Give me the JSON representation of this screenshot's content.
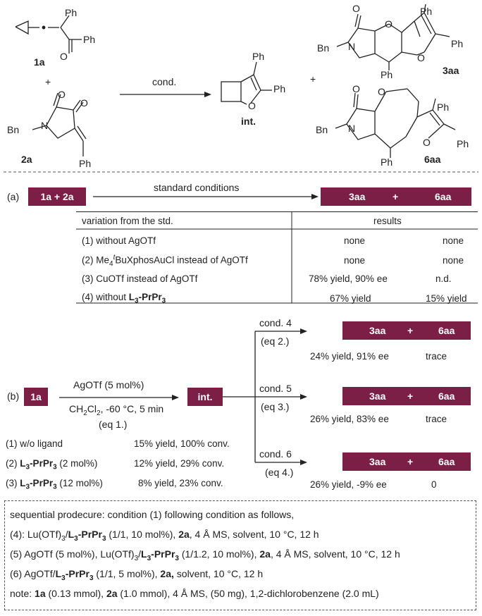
{
  "top": {
    "label_1a": "1a",
    "label_2a": "2a",
    "plus": "+",
    "plus2": "+",
    "cond": "cond.",
    "label_int": "int.",
    "label_3aa": "3aa",
    "label_6aa": "6aa",
    "ph": "Ph",
    "bn": "Bn",
    "o": "O",
    "n": "N"
  },
  "part_a": {
    "tag": "(a)",
    "start_box": "1a + 2a",
    "arrow_label": "standard conditions",
    "product_3aa": "3aa",
    "plus": "+",
    "product_6aa": "6aa",
    "header_variation": "variation from the std.",
    "header_results": "results",
    "rows": [
      {
        "variation_pre": "(1) without AgOTf",
        "variation_bold": "",
        "variation_post": "",
        "r3aa": "none",
        "r6aa": "none"
      },
      {
        "variation_pre": "(2) Me",
        "variation_bold": "",
        "variation_post": "BuXphosAuCl instead of AgOTf",
        "r3aa": "none",
        "r6aa": "none"
      },
      {
        "variation_pre": "(3) CuOTf instead of AgOTf",
        "variation_bold": "",
        "variation_post": "",
        "r3aa": "78% yield, 90% ee",
        "r6aa": "n.d."
      },
      {
        "variation_pre": "(4) without ",
        "variation_bold": "L",
        "variation_post": "",
        "r3aa": "67% yield",
        "r6aa": "15% yield"
      }
    ],
    "row2_sub": "4",
    "row2_sup": "t",
    "row4_ligand_mid": "-PrPr",
    "row4_sub": "3"
  },
  "part_b": {
    "tag": "(b)",
    "start_box": "1a",
    "reagent": "AgOTf (5 mol%)",
    "solvent_pre": "CH",
    "solvent_sub1": "2",
    "solvent_mid": "Cl",
    "solvent_sub2": "2",
    "solvent_post": ", -60 °C, 5 min",
    "eq1": "(eq 1.)",
    "int_box": "int.",
    "branches": [
      {
        "cond": "cond. 4",
        "eq": "(eq 2.)",
        "p3": "3aa",
        "plus": "+",
        "p6": "6aa",
        "r3": "24% yield, 91% ee",
        "r6": "trace"
      },
      {
        "cond": "cond. 5",
        "eq": "(eq 3.)",
        "p3": "3aa",
        "plus": "+",
        "p6": "6aa",
        "r3": "26% yield, 83% ee",
        "r6": "trace"
      },
      {
        "cond": "cond. 6",
        "eq": "(eq 4.)",
        "p3": "3aa",
        "plus": "+",
        "p6": "6aa",
        "r3": "26% yield, -9% ee",
        "r6": "0"
      }
    ],
    "ligand_rows": [
      {
        "pre": "(1) w/o ligand",
        "bold": "",
        "mid": "",
        "sub": "",
        "post": "",
        "result": "15% yield, 100% conv."
      },
      {
        "pre": "(2) ",
        "bold": "L",
        "mid": "-PrPr",
        "sub": "3",
        "post": " (2 mol%)",
        "result": "12% yield, 29% conv."
      },
      {
        "pre": "(3) ",
        "bold": "L",
        "mid": "-PrPr",
        "sub": "3",
        "post": " (12 mol%)",
        "result": "8% yield, 23% conv."
      }
    ]
  },
  "notes": {
    "line1": "sequential prodecure: condition (1) following condition as follows,",
    "line2_pre": "(4): Lu(OTf)",
    "line2_sub": "3",
    "line2_slash": "/",
    "line2_lig": "L",
    "line2_lig_sub": "3",
    "line2_lig_mid": "-PrPr",
    "line2_lig_sub2": "3",
    "line2_post": " (1/1, 10 mol%), ",
    "line2_bold": "2a",
    "line2_end": ", 4 Å MS, solvent, 10 °C, 12 h",
    "line3_pre": "(5) AgOTf (5 mol%), Lu(OTf)",
    "line3_sub": "3",
    "line3_slash": "/",
    "line3_lig": "L",
    "line3_lig_sub": "3",
    "line3_lig_mid": "-PrPr",
    "line3_lig_sub2": "3",
    "line3_post": " (1/1.2, 10 mol%), ",
    "line3_bold": "2a",
    "line3_end": ", 4 Å MS, solvent, 10 °C, 12 h",
    "line4_pre": "(6) AgOTf/",
    "line4_lig": "L",
    "line4_lig_sub": "3",
    "line4_lig_mid": "-PrPr",
    "line4_lig_sub2": "3",
    "line4_post": " (1/1, 5 mol%), ",
    "line4_bold": "2a,",
    "line4_end": " solvent, 10 °C, 12 h",
    "line5_pre": "note: ",
    "line5_b1": "1a",
    "line5_mid1": " (0.13 mmol), ",
    "line5_b2": "2a",
    "line5_end": " (1.0 mmol), 4 Å MS, (50 mg), 1,2-dichlorobenzene (2.0 mL)"
  },
  "colors": {
    "accent": "#7b1f47"
  }
}
